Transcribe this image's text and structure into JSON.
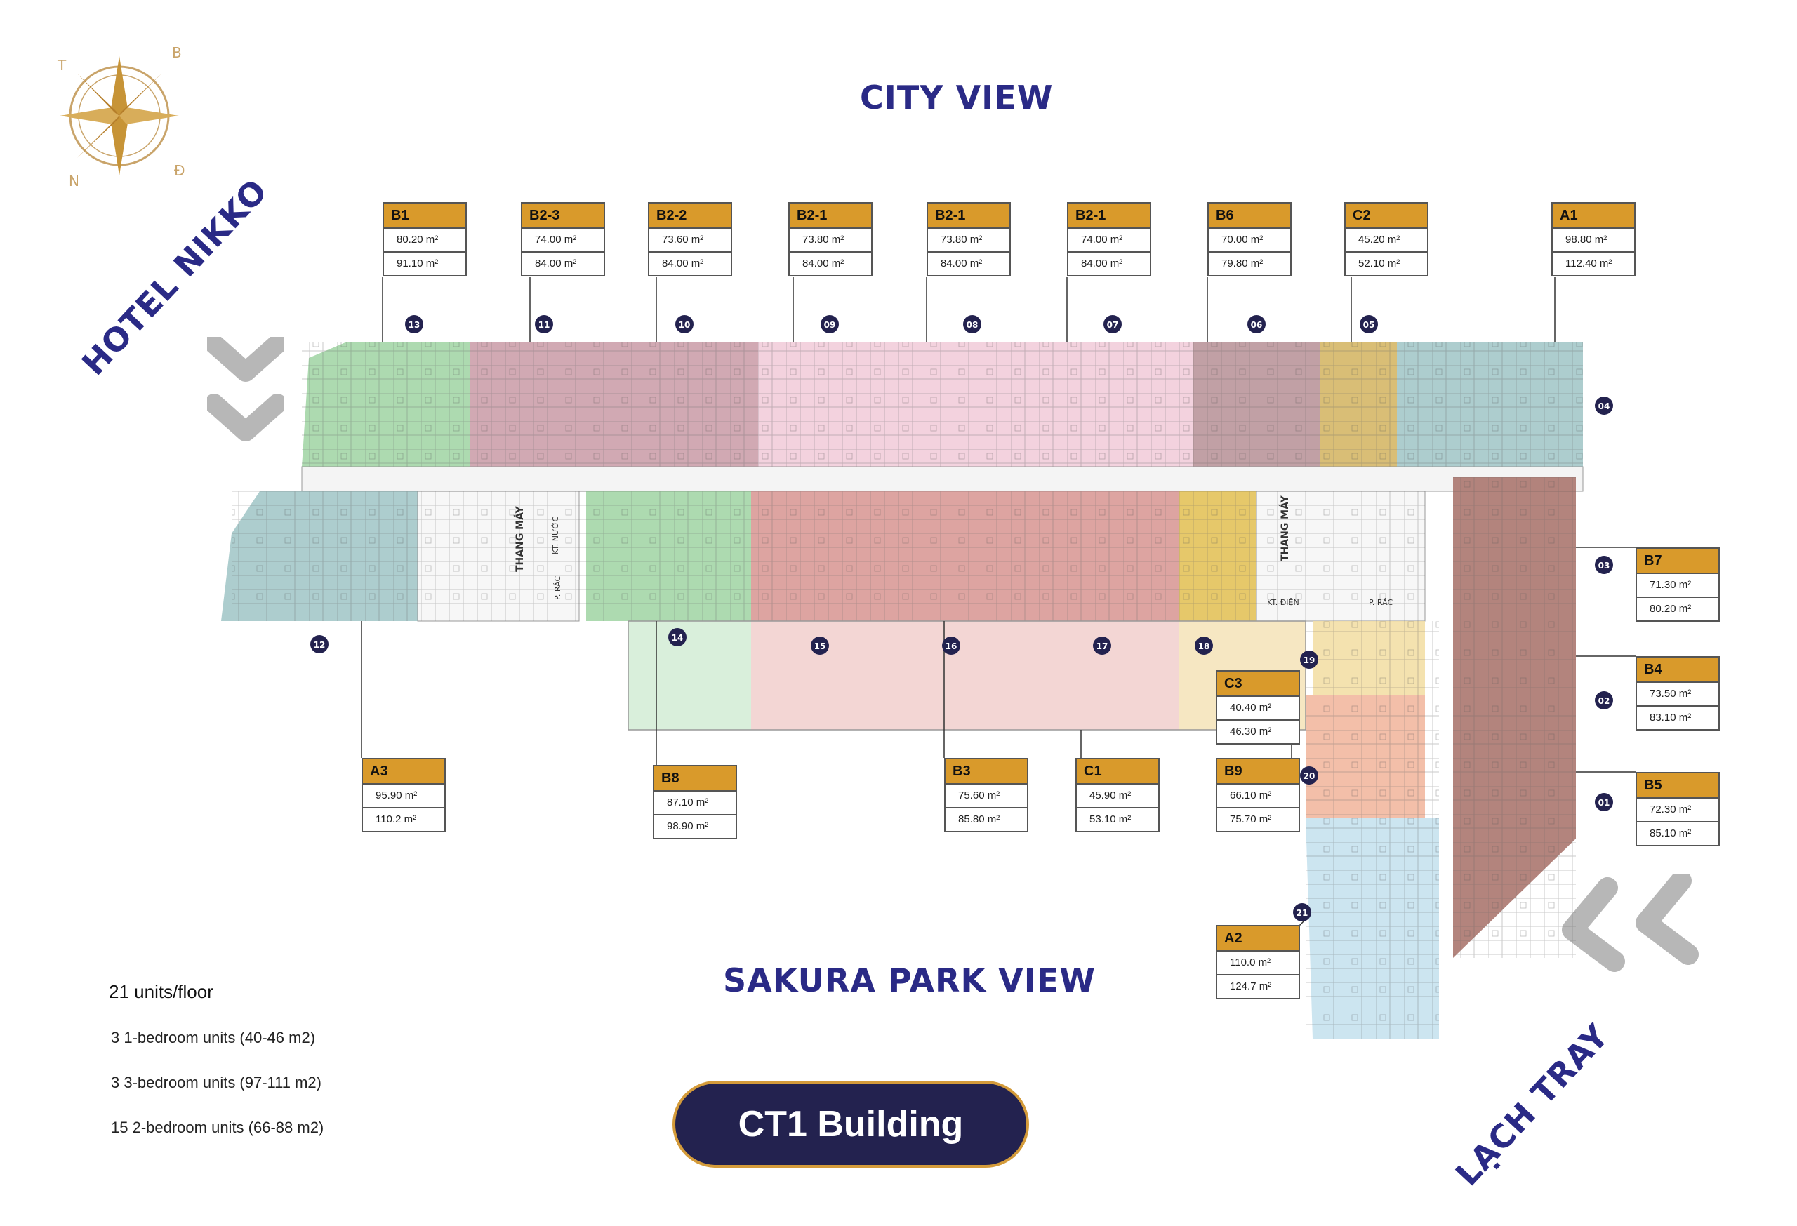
{
  "views": {
    "city": "CITY VIEW",
    "nikko": "HOTEL NIKKO",
    "sakura": "SAKURA PARK VIEW",
    "lach_tray": "LẠCH TRAY"
  },
  "compass": {
    "t": "T",
    "b": "B",
    "n": "N",
    "d": "Đ",
    "icon": "compass-rose-icon"
  },
  "colors": {
    "green": "#9fd3a2",
    "rose": "#c99aa6",
    "pink": "#f2cdda",
    "mauve": "#b68f95",
    "teal": "#9fc4c6",
    "olive": "#d2b35e",
    "salmon": "#f1b49a",
    "lightblue": "#c6e2ee",
    "brown": "#a66f66",
    "sand": "#f3dfa6",
    "card_header": "#d99a2b",
    "button_bg": "#23224f",
    "button_border": "#d49b3a"
  },
  "units": [
    {
      "code": "B1",
      "a": "80.20 m²",
      "b": "91.10 m²"
    },
    {
      "code": "B2-3",
      "a": "74.00 m²",
      "b": "84.00 m²"
    },
    {
      "code": "B2-2",
      "a": "73.60 m²",
      "b": "84.00 m²"
    },
    {
      "code": "B2-1",
      "a": "73.80 m²",
      "b": "84.00 m²"
    },
    {
      "code": "B2-1",
      "a": "73.80 m²",
      "b": "84.00 m²"
    },
    {
      "code": "B2-1",
      "a": "74.00 m²",
      "b": "84.00 m²"
    },
    {
      "code": "B6",
      "a": "70.00 m²",
      "b": "79.80 m²"
    },
    {
      "code": "C2",
      "a": "45.20 m²",
      "b": "52.10 m²"
    },
    {
      "code": "A1",
      "a": "98.80 m²",
      "b": "112.40 m²"
    },
    {
      "code": "B7",
      "a": "71.30 m²",
      "b": "80.20 m²"
    },
    {
      "code": "B4",
      "a": "73.50 m²",
      "b": "83.10 m²"
    },
    {
      "code": "B5",
      "a": "72.30 m²",
      "b": "85.10 m²"
    },
    {
      "code": "A3",
      "a": "95.90 m²",
      "b": "110.2 m²"
    },
    {
      "code": "B8",
      "a": "87.10 m²",
      "b": "98.90 m²"
    },
    {
      "code": "B3",
      "a": "75.60 m²",
      "b": "85.80 m²"
    },
    {
      "code": "C1",
      "a": "45.90 m²",
      "b": "53.10 m²"
    },
    {
      "code": "C3",
      "a": "40.40 m²",
      "b": "46.30 m²"
    },
    {
      "code": "B9",
      "a": "66.10 m²",
      "b": "75.70 m²"
    },
    {
      "code": "A2",
      "a": "110.0 m²",
      "b": "124.7 m²"
    }
  ],
  "unit_numbers": [
    "13",
    "11",
    "10",
    "09",
    "08",
    "07",
    "06",
    "05",
    "04",
    "03",
    "02",
    "01",
    "12",
    "14",
    "15",
    "16",
    "17",
    "18",
    "19",
    "20",
    "21"
  ],
  "core_labels": {
    "elevator_left": "THANG MÁY",
    "elevator_right": "THANG MÁY",
    "water_room": "KT. NƯỚC",
    "trash_left": "P. RÁC",
    "electric_room": "KT. ĐIỆN",
    "trash_right": "P. RÁC"
  },
  "legend": {
    "title": "21 units/floor",
    "lines": [
      "3 1-bedroom units (40-46 m2)",
      "3 3-bedroom units (97-111 m2)",
      "15 2-bedroom units (66-88 m2)"
    ]
  },
  "building_button": "CT1 Building",
  "icons": [
    "chevron-down-icon",
    "chevron-left-icon"
  ]
}
